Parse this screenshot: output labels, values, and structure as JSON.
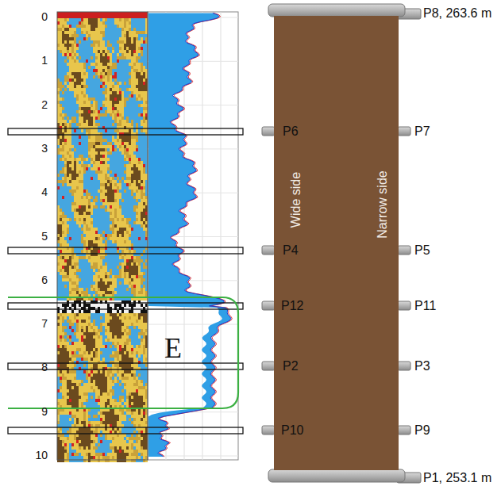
{
  "diagram": {
    "nodes": [
      {
        "text": [
          "Wide side",
          "Narrow side"
        ]
      }
    ],
    "labels": [
      "0",
      "1",
      "2",
      "3",
      "4",
      "5",
      "6",
      "7",
      "8",
      "9",
      "10",
      "E",
      "P8, 263.6 m",
      "P6",
      "P7",
      "P4",
      "P5",
      "P12",
      "P11",
      "P2",
      "P3",
      "P10",
      "P9",
      "P1, 253.1 m"
    ]
  }
}
